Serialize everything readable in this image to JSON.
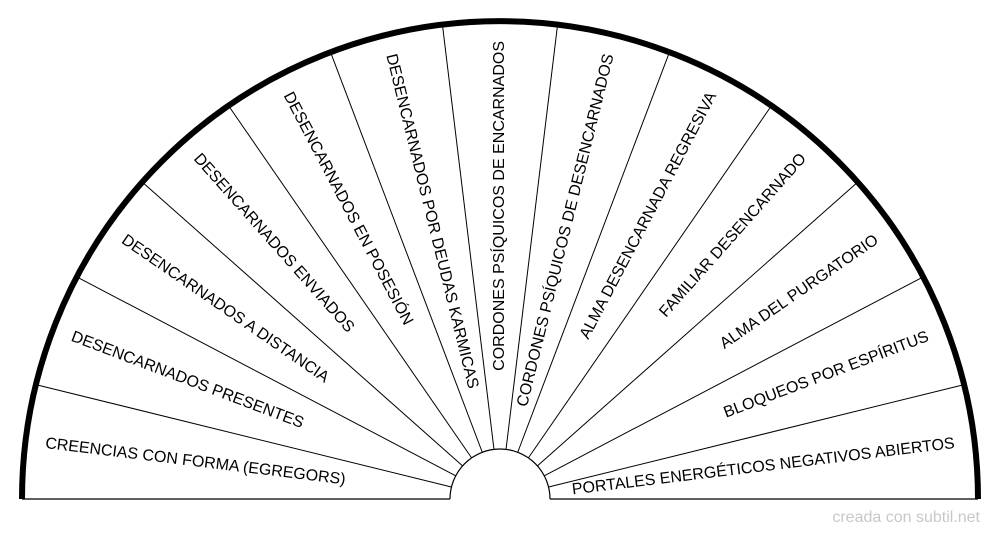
{
  "pendulum_chart": {
    "segments": [
      "CREENCIAS CON FORMA (EGREGORS)",
      "DESENCARNADOS PRESENTES",
      "DESENCARNADOS A DISTANCIA",
      "DESENCARNADOS ENVIADOS",
      "DESENCARNADOS EN POSESIÓN",
      "DESENCARNADOS POR DEUDAS KARMICAS",
      "CORDONES PSÍQUICOS DE ENCARNADOS",
      "CORDONES PSÍQUICOS DE DESENCARNADOS",
      "ALMA DESENCARNADA REGRESIVA",
      "FAMILIAR DESENCARNADO",
      "ALMA DEL PURGATORIO",
      "BLOQUEOS POR ESPÍRITUS",
      "PORTALES ENERGÉTICOS NEGATIVOS ABIERTOS"
    ],
    "stroke_color": "#000000"
  },
  "footer": {
    "credit": "creada con subtil.net"
  }
}
